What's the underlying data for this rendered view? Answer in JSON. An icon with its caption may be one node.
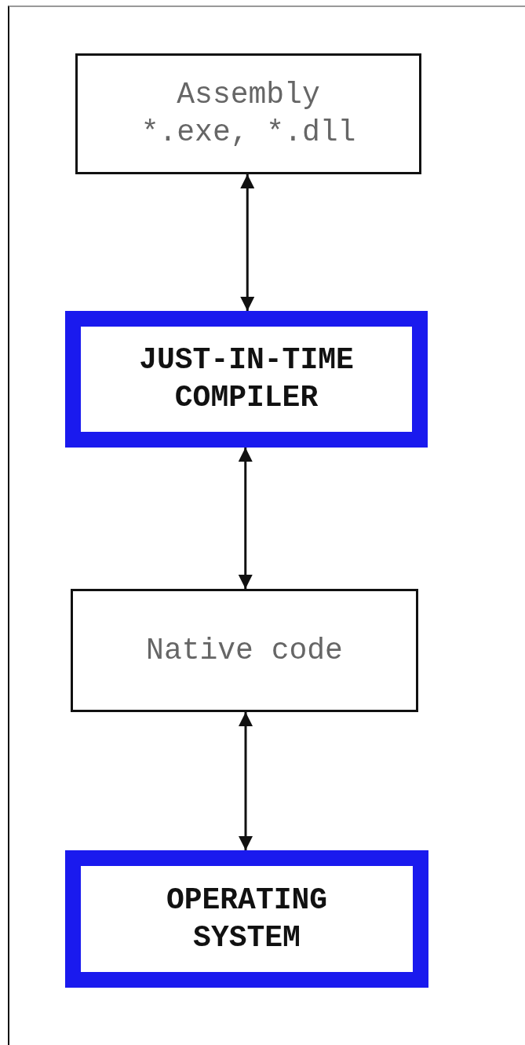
{
  "diagram": {
    "nodes": [
      {
        "text": [
          "Assembly",
          "*.exe, *.dll"
        ]
      },
      {
        "text": [
          "JUST-IN-TIME COMPILER"
        ]
      },
      {
        "text": [
          "Native code"
        ]
      },
      {
        "text": [
          "OPERATING SYSTEM"
        ]
      }
    ],
    "edges": [
      {
        "from": 0,
        "to": 1,
        "arrow": "both"
      },
      {
        "from": 1,
        "to": 2,
        "arrow": "both"
      },
      {
        "from": 2,
        "to": 3,
        "arrow": "both"
      }
    ]
  }
}
